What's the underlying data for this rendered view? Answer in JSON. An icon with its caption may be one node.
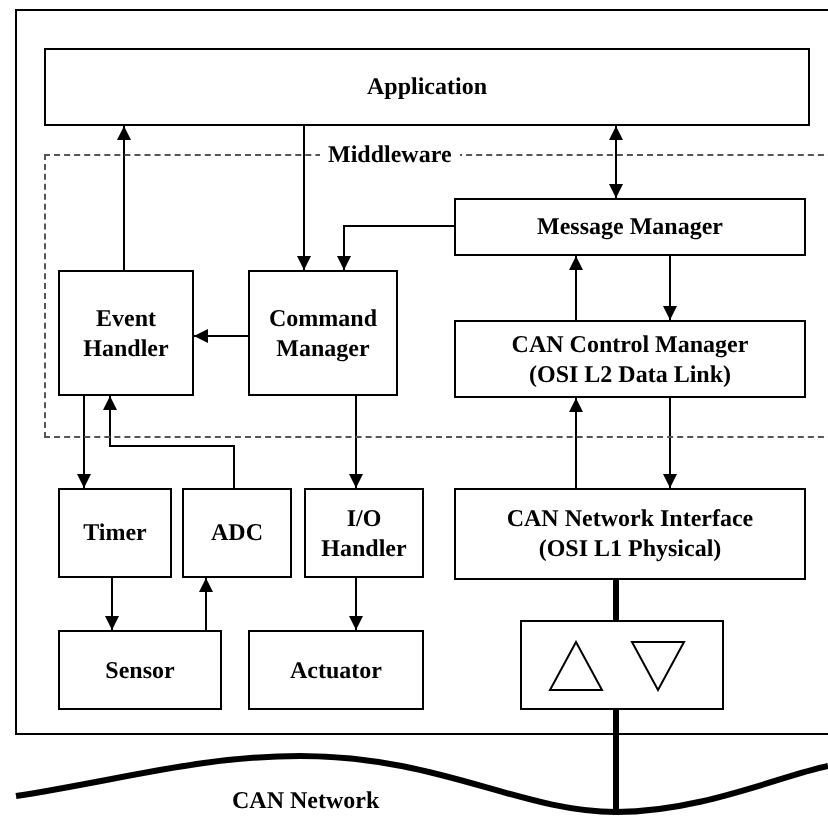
{
  "diagram": {
    "nodes": [
      {
        "text": [
          "Application"
        ]
      },
      {
        "text": [
          "Middleware"
        ]
      },
      {
        "text": [
          "Message Manager"
        ],
        "in": 1
      },
      {
        "text": [
          "Event Handler"
        ],
        "in": 1
      },
      {
        "text": [
          "Command Manager"
        ],
        "in": 1
      },
      {
        "text": [
          "CAN Control Manager (OSI L2 Data Link)"
        ],
        "in": 1
      },
      {
        "text": [
          "Timer"
        ]
      },
      {
        "text": [
          "ADC"
        ]
      },
      {
        "text": [
          "I/O Handler"
        ]
      },
      {
        "text": [
          "CAN Network Interface (OSI L1 Physical)"
        ]
      },
      {
        "text": [
          "Sensor"
        ]
      },
      {
        "text": [
          "Actuator"
        ]
      },
      {
        "text": [],
        "shape": "box"
      },
      {
        "text": [
          "CAN Network"
        ]
      }
    ],
    "edges": [
      {
        "from": 3,
        "to": 0,
        "arrow": "to"
      },
      {
        "from": 0,
        "to": 4,
        "arrow": "to"
      },
      {
        "from": 0,
        "to": 2,
        "arrow": "both"
      },
      {
        "from": 2,
        "to": 4,
        "arrow": "to"
      },
      {
        "from": 4,
        "to": 3,
        "arrow": "to"
      },
      {
        "from": 5,
        "to": 2,
        "arrow": "to"
      },
      {
        "from": 2,
        "to": 5,
        "arrow": "to"
      },
      {
        "from": 3,
        "to": 6,
        "arrow": "to"
      },
      {
        "from": 7,
        "to": 3,
        "arrow": "to"
      },
      {
        "from": 4,
        "to": 8,
        "arrow": "to"
      },
      {
        "from": 6,
        "to": 10,
        "arrow": "to"
      },
      {
        "from": 10,
        "to": 7,
        "arrow": "to"
      },
      {
        "from": 8,
        "to": 11,
        "arrow": "to"
      },
      {
        "from": 5,
        "to": 9,
        "arrow": "to"
      },
      {
        "from": 9,
        "to": 5,
        "arrow": "to"
      },
      {
        "from": 9,
        "to": 12,
        "arrow": "none",
        "style": "thick"
      },
      {
        "from": 12,
        "to": 13,
        "arrow": "none",
        "style": "thick"
      }
    ]
  }
}
